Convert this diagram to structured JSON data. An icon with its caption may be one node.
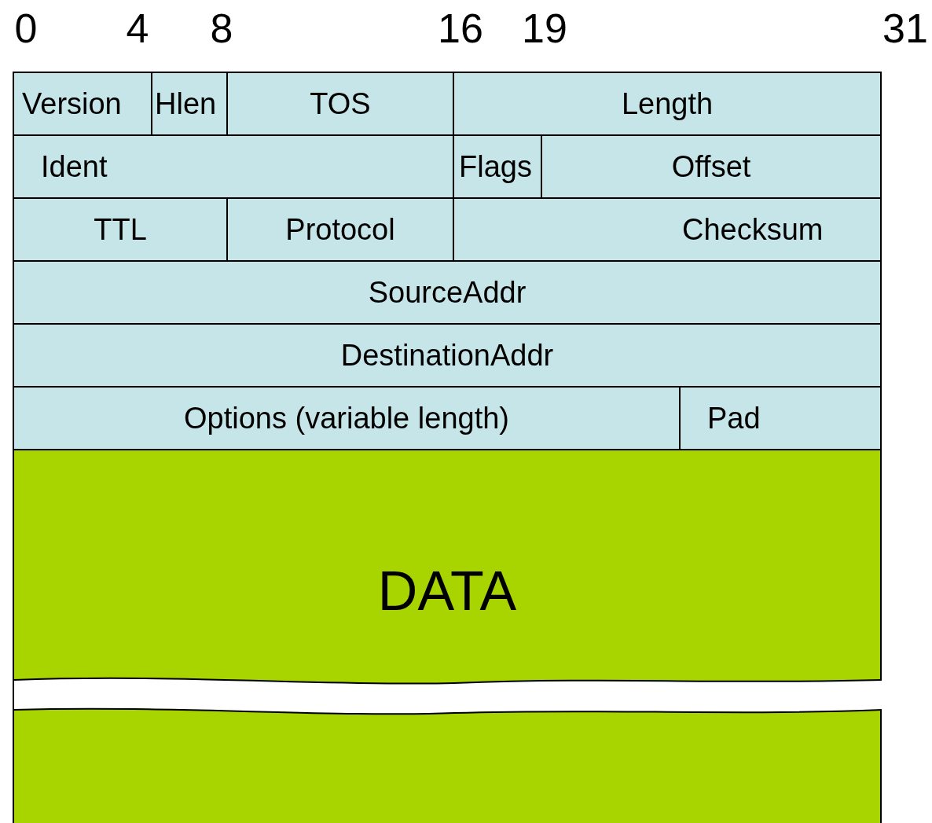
{
  "diagram": {
    "nodes": [
      {
        "text": [
          "Version"
        ]
      },
      {
        "text": [
          "Hlen"
        ]
      },
      {
        "text": [
          "TOS"
        ]
      },
      {
        "text": [
          "Length"
        ]
      },
      {
        "text": [
          "Ident"
        ]
      },
      {
        "text": [
          "Flags"
        ]
      },
      {
        "text": [
          "Offset"
        ]
      },
      {
        "text": [
          "TTL"
        ]
      },
      {
        "text": [
          "Protocol"
        ]
      },
      {
        "text": [
          "Checksum"
        ]
      },
      {
        "text": [
          "SourceAddr"
        ]
      },
      {
        "text": [
          "DestinationAddr"
        ]
      },
      {
        "text": [
          "Options (variable length)"
        ]
      },
      {
        "text": [
          "Pad"
        ]
      },
      {
        "text": [
          "DATA"
        ]
      }
    ],
    "labels": [
      "0",
      "4",
      "8",
      "16",
      "19",
      "31"
    ]
  }
}
